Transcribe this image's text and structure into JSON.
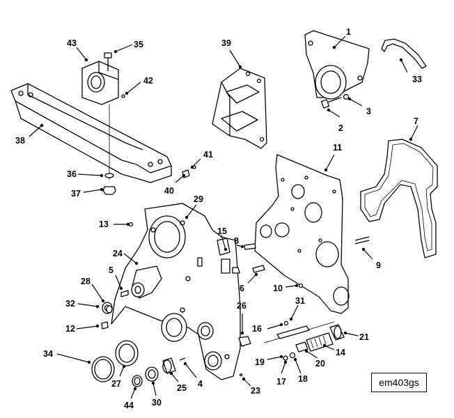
{
  "drawing_code": "em403gs",
  "callouts": [
    {
      "label": "1"
    },
    {
      "label": "2"
    },
    {
      "label": "3"
    },
    {
      "label": "4"
    },
    {
      "label": "5"
    },
    {
      "label": "6"
    },
    {
      "label": "7"
    },
    {
      "label": "8"
    },
    {
      "label": "9"
    },
    {
      "label": "10"
    },
    {
      "label": "11"
    },
    {
      "label": "12"
    },
    {
      "label": "13"
    },
    {
      "label": "14"
    },
    {
      "label": "15"
    },
    {
      "label": "16"
    },
    {
      "label": "17"
    },
    {
      "label": "18"
    },
    {
      "label": "19"
    },
    {
      "label": "20"
    },
    {
      "label": "21"
    },
    {
      "label": "23"
    },
    {
      "label": "24"
    },
    {
      "label": "25"
    },
    {
      "label": "26"
    },
    {
      "label": "27"
    },
    {
      "label": "28"
    },
    {
      "label": "29"
    },
    {
      "label": "30"
    },
    {
      "label": "31"
    },
    {
      "label": "32"
    },
    {
      "label": "33"
    },
    {
      "label": "34"
    },
    {
      "label": "35"
    },
    {
      "label": "36"
    },
    {
      "label": "37"
    },
    {
      "label": "38"
    },
    {
      "label": "39"
    },
    {
      "label": "40"
    },
    {
      "label": "41"
    },
    {
      "label": "42"
    },
    {
      "label": "43"
    },
    {
      "label": "44"
    }
  ]
}
